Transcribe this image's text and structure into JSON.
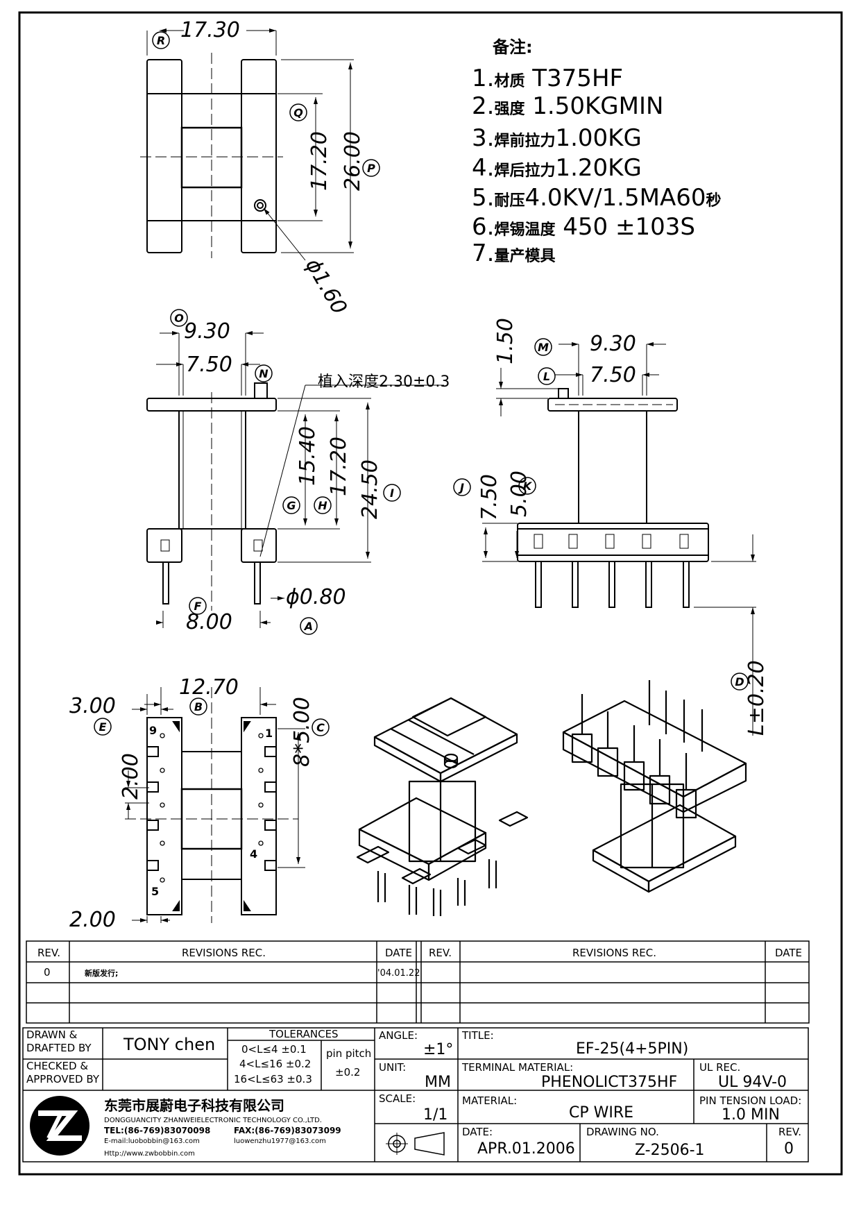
{
  "notes": {
    "heading": "备注:",
    "items": [
      {
        "num": "1.",
        "label": "材质",
        "value": " T375HF"
      },
      {
        "num": "2.",
        "label": "强度",
        "value": " 1.50KGMIN"
      },
      {
        "num": "3.",
        "label": "焊前拉力",
        "value": "1.00KG"
      },
      {
        "num": "4.",
        "label": "焊后拉力",
        "value": "1.20KG"
      },
      {
        "num": "5.",
        "label": "耐压",
        "value": "4.0KV/1.5MA60",
        "suffix": "秒"
      },
      {
        "num": "6.",
        "label": "焊锡温度",
        "value": " 450  ±103S"
      },
      {
        "num": "7.",
        "label": "量产模具",
        "value": ""
      }
    ]
  },
  "dimensions": {
    "top_width": "17.30",
    "top_inner": "17.20",
    "top_height": "26.00",
    "hole_dia": "ϕ1.60",
    "front_w1": "9.30",
    "front_w2": "7.50",
    "front_h1": "15.40",
    "front_h2": "17.20",
    "front_h3": "24.50",
    "pin_dia": "ϕ0.80",
    "pin_span": "8.00",
    "insert_depth": "植入深度2.30±0.3",
    "side_top": "1.50",
    "side_w1": "9.30",
    "side_w2": "7.50",
    "side_h1": "7.50",
    "side_h2": "5.00",
    "pin_len": "L±0.20",
    "bottom_w": "12.70",
    "bottom_edge": "3.00",
    "bottom_pitch": "8*5.00",
    "bottom_gap": "2.00",
    "bottom_low": "2.00",
    "pin_nums": [
      "9",
      "1",
      "4",
      "5"
    ]
  },
  "markers": [
    "R",
    "Q",
    "P",
    "O",
    "N",
    "G",
    "H",
    "I",
    "F",
    "A",
    "M",
    "L",
    "J",
    "K",
    "D",
    "E",
    "B",
    "C"
  ],
  "revisions": {
    "headers": [
      "REV.",
      "REVISIONS  REC.",
      "DATE",
      "REV.",
      "REVISIONS  REC.",
      "DATE"
    ],
    "rows": [
      {
        "rev": "0",
        "rec": "新版发行;",
        "date": "'04.01.22"
      }
    ]
  },
  "title_block": {
    "drawn_label": "DRAWN &\nDRAFTED BY",
    "drawn_value": "TONY chen",
    "checked_label": "CHECKED &\nAPPROVED BY",
    "tol_header": "TOLERANCES",
    "tol_rows": [
      "0<L≤4   ±0.1",
      "4<L≤16  ±0.2",
      "16<L≤63  ±0.3"
    ],
    "pin_pitch_label": "pin pitch",
    "pin_pitch_value": "±0.2",
    "angle_label": "ANGLE:",
    "angle_value": "±1°",
    "unit_label": "UNIT:",
    "unit_value": "MM",
    "scale_label": "SCALE:",
    "scale_value": "1/1",
    "title_label": "TITLE:",
    "title_value": "EF-25(4+5PIN)",
    "terminal_label": "TERMINAL MATERIAL:",
    "terminal_value": "PHENOLICT375HF",
    "ul_label": "UL REC.",
    "ul_value": "UL 94V-0",
    "material_label": "MATERIAL:",
    "material_value": "CP WIRE",
    "pin_tension_label": "PIN TENSION LOAD:",
    "pin_tension_value": "1.0 MIN",
    "date_label": "DATE:",
    "date_value": "APR.01.2006",
    "drawing_label": "DRAWING NO.",
    "drawing_value": "Z-2506-1",
    "rev_label": "REV.",
    "rev_value": "0"
  },
  "company": {
    "name_cn": "东莞市展蔚电子科技有限公司",
    "name_en": "DONGGUANCITY ZHANWEIELECTRONIC TECHNOLOGY CO.,LTD.",
    "tel": "TEL:(86-769)83070098",
    "fax": "FAX:(86-769)83073099",
    "email": "E-mail:luobobbin@163.com",
    "email2": "luowenzhu1977@163.com",
    "http": "Http://www.zwbobbin.com"
  }
}
